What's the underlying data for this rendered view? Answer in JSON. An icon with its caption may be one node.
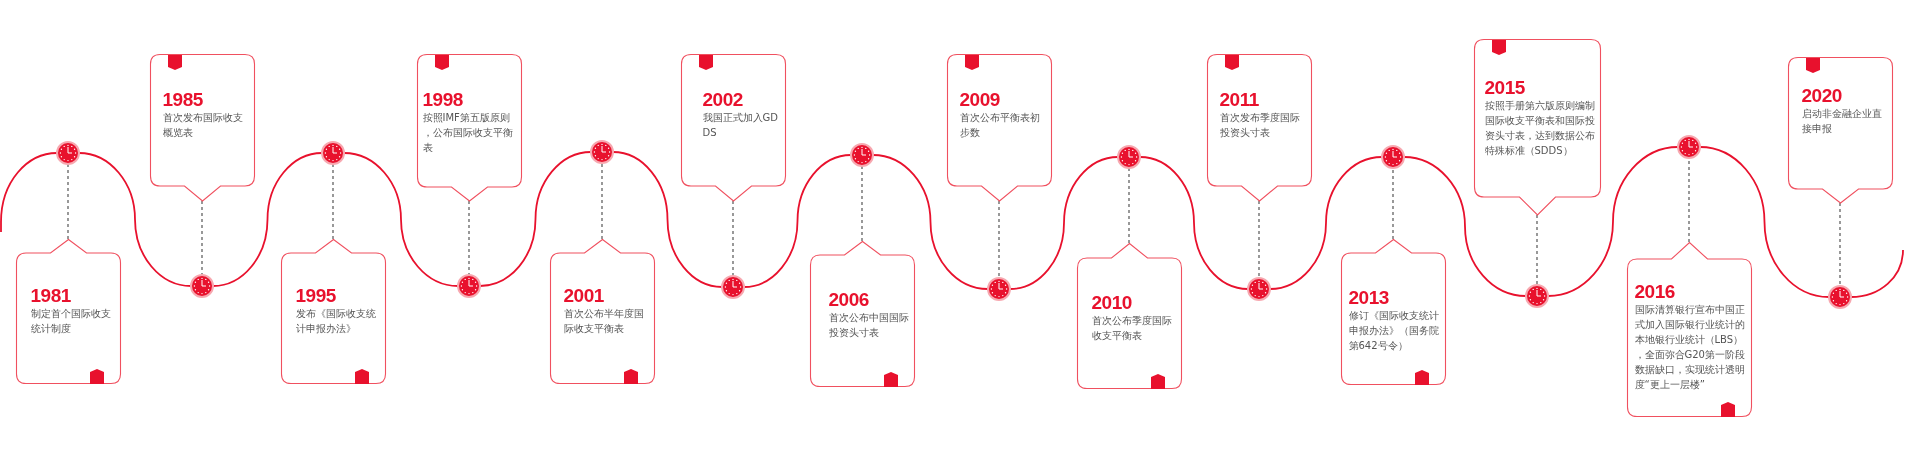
{
  "diagram": {
    "nodes": [
      {
        "text": [
          "1981",
          "制定首个国际收支统计制度"
        ]
      },
      {
        "text": [
          "1985",
          "首次发布国际收支概览表"
        ]
      },
      {
        "text": [
          "1995",
          "发布《国际收支统计申报办法》"
        ]
      },
      {
        "text": [
          "1998",
          "按照IMF第五版原则，公布国际收支平衡表"
        ]
      },
      {
        "text": [
          "2001",
          "首次公布半年度国际收支平衡表"
        ]
      },
      {
        "text": [
          "2002",
          "我国正式加入GDDS"
        ]
      },
      {
        "text": [
          "2006",
          "首次公布中国国际投资头寸表"
        ]
      },
      {
        "text": [
          "2009",
          "首次公布平衡表初步数"
        ]
      },
      {
        "text": [
          "2010",
          "首次公布季度国际收支平衡表"
        ]
      },
      {
        "text": [
          "2011",
          "首次发布季度国际投资头寸表"
        ]
      },
      {
        "text": [
          "2013",
          "修订《国际收支统计申报办法》（国务院第642号令）"
        ]
      },
      {
        "text": [
          "2015",
          "按照手册第六版原则编制国际收支平衡表和国际投资头寸表，达到数据公布特殊标准（SDDS）"
        ]
      },
      {
        "text": [
          "2016",
          "国际清算银行宣布中国正式加入国际银行业统计的本地银行业统计（LBS），全面弥合G20第一阶段数据缺口，实现统计透明度“更上一层楼”"
        ]
      },
      {
        "text": [
          "2020",
          "启动非金融企业直接申报"
        ]
      },
      {
        "text": [],
        "shape": "circle"
      },
      {
        "text": [],
        "shape": "circle"
      },
      {
        "text": [],
        "shape": "circle"
      },
      {
        "text": [],
        "shape": "circle"
      },
      {
        "text": [],
        "shape": "circle"
      },
      {
        "text": [],
        "shape": "circle"
      },
      {
        "text": [],
        "shape": "circle"
      },
      {
        "text": [],
        "shape": "circle"
      },
      {
        "text": [],
        "shape": "circle"
      },
      {
        "text": [],
        "shape": "circle"
      },
      {
        "text": [],
        "shape": "circle"
      },
      {
        "text": [],
        "shape": "circle"
      },
      {
        "text": [],
        "shape": "circle"
      },
      {
        "text": [],
        "shape": "circle"
      }
    ],
    "edges": [
      {
        "from": 0,
        "to": 14,
        "arrow": "none",
        "style": "dashed",
        "color": "#555555"
      },
      {
        "from": 1,
        "to": 15,
        "arrow": "none",
        "style": "dashed",
        "color": "#555555"
      },
      {
        "from": 2,
        "to": 16,
        "arrow": "none",
        "style": "dashed",
        "color": "#555555"
      },
      {
        "from": 3,
        "to": 17,
        "arrow": "none",
        "style": "dashed",
        "color": "#555555"
      },
      {
        "from": 4,
        "to": 18,
        "arrow": "none",
        "style": "dashed",
        "color": "#555555"
      },
      {
        "from": 5,
        "to": 19,
        "arrow": "none",
        "style": "dashed",
        "color": "#555555"
      },
      {
        "from": 6,
        "to": 20,
        "arrow": "none",
        "style": "dashed",
        "color": "#555555"
      },
      {
        "from": 7,
        "to": 21,
        "arrow": "none",
        "style": "dashed",
        "color": "#555555"
      },
      {
        "from": 8,
        "to": 22,
        "arrow": "none",
        "style": "dashed",
        "color": "#555555"
      },
      {
        "from": 9,
        "to": 23,
        "arrow": "none",
        "style": "dashed",
        "color": "#555555"
      },
      {
        "from": 10,
        "to": 24,
        "arrow": "none",
        "style": "dashed",
        "color": "#555555"
      },
      {
        "from": 11,
        "to": 25,
        "arrow": "none",
        "style": "dashed",
        "color": "#555555"
      },
      {
        "from": 12,
        "to": 26,
        "arrow": "none",
        "style": "dashed",
        "color": "#555555"
      },
      {
        "from": 13,
        "to": 27,
        "arrow": "none",
        "style": "dashed",
        "color": "#555555"
      },
      {
        "from": null,
        "to": 14,
        "arrow": "none"
      },
      {
        "from": 14,
        "to": 15,
        "arrow": "none"
      },
      {
        "from": 15,
        "to": 16,
        "arrow": "none"
      },
      {
        "from": 16,
        "to": 17,
        "arrow": "none"
      },
      {
        "from": 17,
        "to": 18,
        "arrow": "none"
      },
      {
        "from": 18,
        "to": 19,
        "arrow": "none"
      },
      {
        "from": 19,
        "to": 20,
        "arrow": "none"
      },
      {
        "from": 20,
        "to": 21,
        "arrow": "none"
      },
      {
        "from": 21,
        "to": 22,
        "arrow": "none"
      },
      {
        "from": 22,
        "to": 23,
        "arrow": "none"
      },
      {
        "from": 23,
        "to": 24,
        "arrow": "none"
      },
      {
        "from": 24,
        "to": 25,
        "arrow": "none"
      },
      {
        "from": 25,
        "to": 26,
        "arrow": "none"
      },
      {
        "from": 26,
        "to": 27,
        "arrow": "none"
      },
      {
        "from": 27,
        "to": null,
        "arrow": "none"
      }
    ]
  }
}
